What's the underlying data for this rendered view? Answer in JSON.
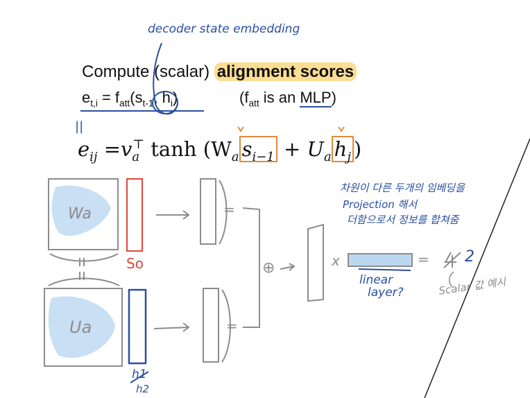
{
  "annotation_top": "decoder state embedding",
  "slide": {
    "title_prefix": "Compute (scalar) ",
    "title_highlight": "alignment scores",
    "eq_lhs": "e",
    "eq_lhs_sub": "t,i",
    "eq_mid": " = f",
    "eq_f_sub": "att",
    "eq_paren_open": "(",
    "eq_s": "s",
    "eq_s_sub": "t-1",
    "eq_comma": ", h",
    "eq_h_sub": "i",
    "eq_paren_close": ")",
    "note_open": "(f",
    "note_sub": "att",
    "note_mid": " is an ",
    "note_mlp": "MLP",
    "note_close": ")"
  },
  "equals_mark": "||",
  "formula": {
    "lhs": "e",
    "lhs_sub": "ij",
    "eq": " =v",
    "v_sub": "a",
    "v_sup": "⊤",
    "tanh": " tanh (W",
    "w_sub": "a",
    "s": "s",
    "s_sub": "i−1",
    "plus": " + U",
    "u_sub": "a",
    "h": "h",
    "h_sub": "j",
    "close": ")"
  },
  "diagram": {
    "wa_label": "Wa",
    "ua_label": "Ua",
    "s0_label": "So",
    "h1_label": "h1",
    "h2_label": "h2",
    "eq1": "=",
    "eq2": "=",
    "plus_op": "⊕",
    "times_op": "x",
    "eq3": "=",
    "result": "2",
    "linear_label_1": "linear",
    "linear_label_2": "layer?",
    "scalar_label": "Scalar 값 예시",
    "korean_line1": "차원이 다른 두개의 임베딩을",
    "korean_line2": "Projection 해서",
    "korean_line3": "더함으로서 정보를 합쳐줌"
  },
  "colors": {
    "blue_ink": "#2a4fa0",
    "orange": "#e08a3c",
    "red": "#e0463c",
    "highlight": "#fbdd94",
    "gray": "#8c8c8c",
    "light_blue": "#bcd7f0"
  }
}
